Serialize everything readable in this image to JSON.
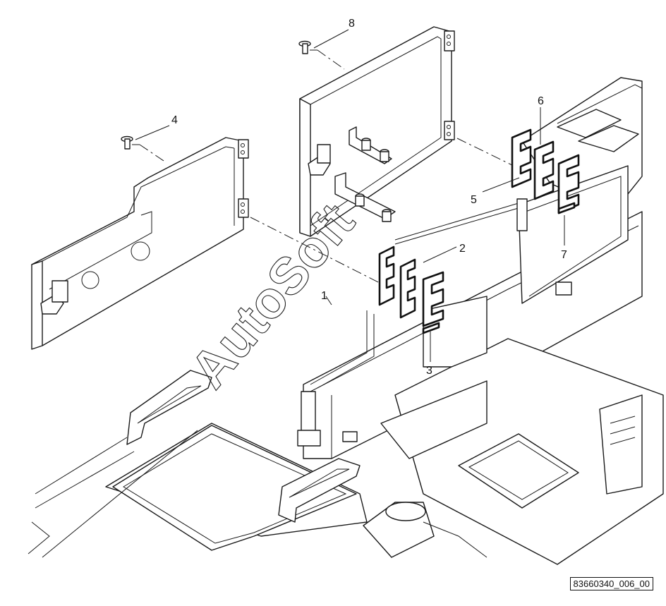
{
  "callouts": {
    "c1": "1",
    "c2": "2",
    "c3": "3",
    "c4": "4",
    "c5": "5",
    "c6": "6",
    "c7": "7",
    "c8": "8"
  },
  "watermark": "AutoSoft",
  "drawing_number": "83660340_006_00"
}
